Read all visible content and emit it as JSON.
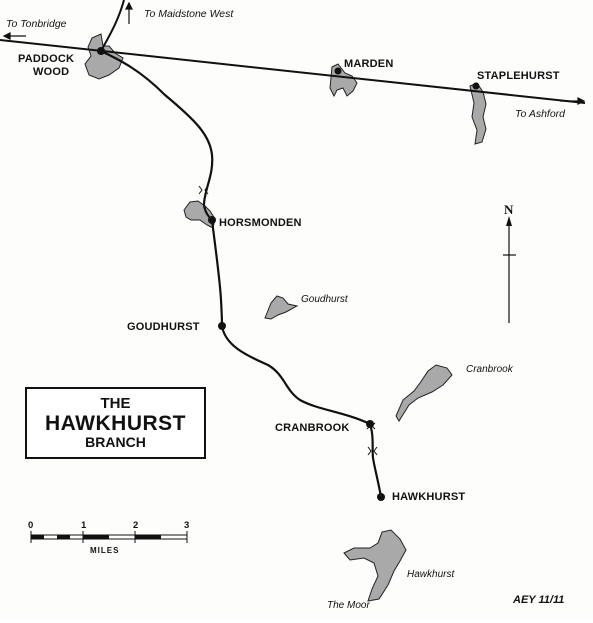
{
  "title": {
    "line1": "THE",
    "line2": "HAWKHURST",
    "line3": "BRANCH"
  },
  "directions": {
    "tonbridge": "To Tonbridge",
    "maidstone": "To Maidstone West",
    "ashford": "To Ashford"
  },
  "stations": {
    "paddock_wood_1": "PADDOCK",
    "paddock_wood_2": "WOOD",
    "marden": "MARDEN",
    "staplehurst": "STAPLEHURST",
    "horsmonden": "HORSMONDEN",
    "goudhurst": "GOUDHURST",
    "cranbrook": "CRANBROOK",
    "hawkhurst": "HAWKHURST"
  },
  "towns": {
    "goudhurst": "Goudhurst",
    "cranbrook": "Cranbrook",
    "hawkhurst": "Hawkhurst",
    "the_moor": "The Moor"
  },
  "compass": {
    "label": "N"
  },
  "scale": {
    "ticks": [
      "0",
      "1",
      "2",
      "3"
    ],
    "unit": "MILES"
  },
  "credit": "AEY 11/11"
}
